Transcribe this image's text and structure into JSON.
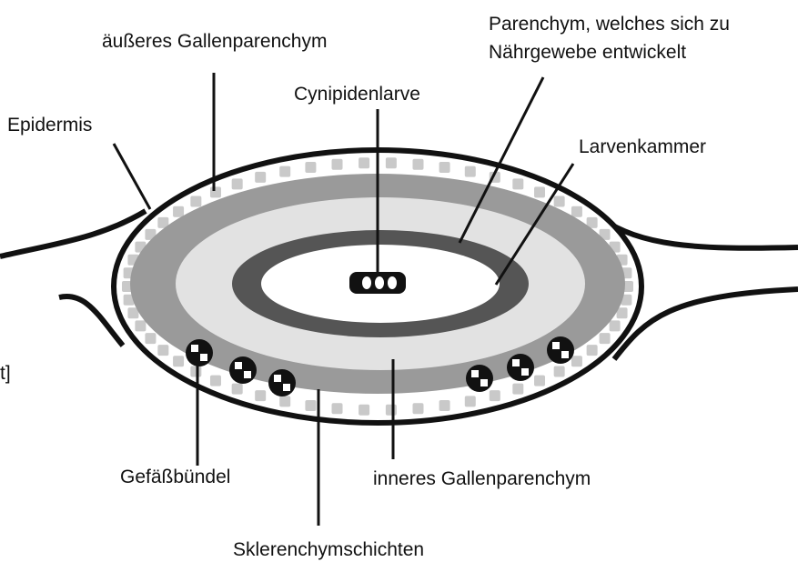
{
  "labels": {
    "outer_parenchyma": "äußeres Gallenparenchym",
    "nutritive_line1": "Parenchym, welches sich zu",
    "nutritive_line2": "Nährgewebe entwickelt",
    "larva": "Cynipidenlarve",
    "epidermis": "Epidermis",
    "larval_chamber": "Larvenkammer",
    "edge_fragment": "t]",
    "vascular_bundle": "Gefäßbündel",
    "inner_parenchyma": "inneres Gallenparenchym",
    "sclerenchyma": "Sklerenchymschichten"
  },
  "colors": {
    "outline": "#111111",
    "outer_parenchyma": "#ffffff",
    "sclerenchyma_cells": "#c9c9c9",
    "inner_parenchyma": "#9a9a9a",
    "nutritive_parenchyma": "#e2e2e2",
    "nutritive_tissue_ring": "#555555",
    "larval_chamber": "#ffffff"
  }
}
